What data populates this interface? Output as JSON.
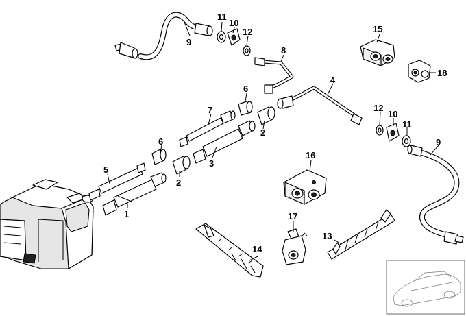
{
  "callouts": [
    {
      "id": "c1",
      "text": "1"
    },
    {
      "id": "c2a",
      "text": "2"
    },
    {
      "id": "c2b",
      "text": "2"
    },
    {
      "id": "c3",
      "text": "3"
    },
    {
      "id": "c4",
      "text": "4"
    },
    {
      "id": "c5",
      "text": "5"
    },
    {
      "id": "c6a",
      "text": "6"
    },
    {
      "id": "c6b",
      "text": "6"
    },
    {
      "id": "c7",
      "text": "7"
    },
    {
      "id": "c8",
      "text": "8"
    },
    {
      "id": "c9a",
      "text": "9"
    },
    {
      "id": "c9b",
      "text": "9"
    },
    {
      "id": "c10a",
      "text": "10"
    },
    {
      "id": "c10b",
      "text": "10"
    },
    {
      "id": "c11a",
      "text": "11"
    },
    {
      "id": "c11b",
      "text": "11"
    },
    {
      "id": "c12a",
      "text": "12"
    },
    {
      "id": "c12b",
      "text": "12"
    },
    {
      "id": "c13",
      "text": "13"
    },
    {
      "id": "c14",
      "text": "14"
    },
    {
      "id": "c15",
      "text": "15"
    },
    {
      "id": "c16",
      "text": "16"
    },
    {
      "id": "c17",
      "text": "17"
    },
    {
      "id": "c18",
      "text": "18"
    }
  ]
}
